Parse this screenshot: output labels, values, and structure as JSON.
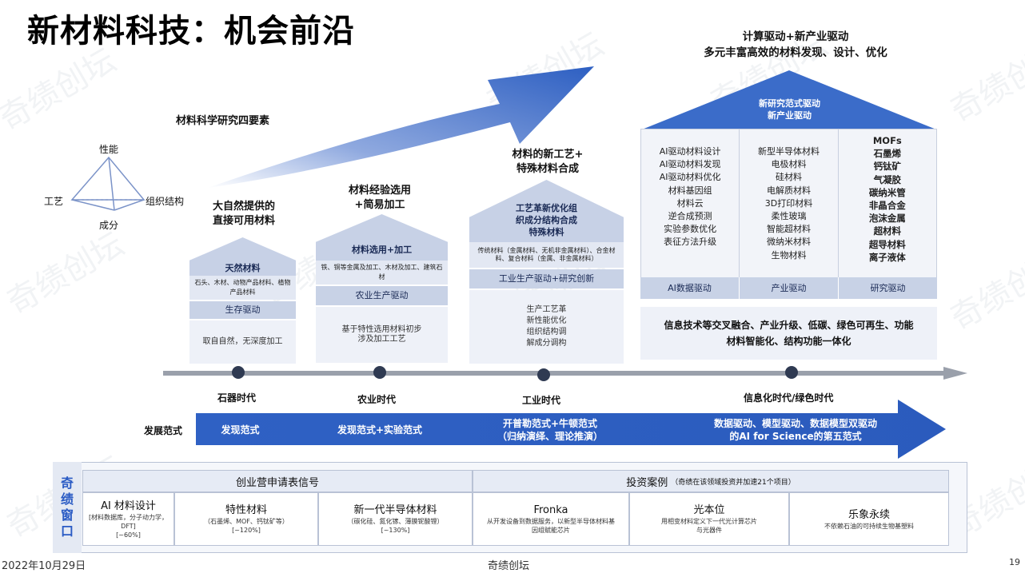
{
  "title": "新材料科技：机会前沿",
  "watermark": "奇绩创坛",
  "four_elements": {
    "heading": "材料科学研究四要素",
    "top": "性能",
    "left": "工艺",
    "right": "组织结构",
    "bottom": "成分"
  },
  "top_caption": {
    "line1": "计算驱动+新产业驱动",
    "line2": "多元丰富高效的材料发现、设计、优化"
  },
  "stages": [
    {
      "heading": [
        "大自然提供的",
        "直接可用材料"
      ],
      "roof": "天然材料",
      "materials": "石头、木材、动物产品材料、植物产品材料",
      "driver": "生存驱动",
      "desc": "取自自然，无深度加工",
      "era": "石器时代"
    },
    {
      "heading": [
        "材料经验选用",
        "+简易加工"
      ],
      "roof": "材料选用+加工",
      "materials": "铁、铜等金属及加工、木材及加工、建筑石材",
      "driver": "农业生产驱动",
      "desc": "基于特性选用材料初步涉及加工工艺",
      "era": "农业时代"
    },
    {
      "heading": [
        "材料的新工艺+",
        "特殊材料合成"
      ],
      "roof": "工艺革新优化组织成分结构合成特殊材料",
      "materials": "传统材料（金属材料、无机非金属材料）、合金材料、复合材料（金属、非金属材料）",
      "driver": "工业生产驱动+研究创新",
      "desc": "生产工艺革新性能优化组织结构调解成分调构",
      "era": "工业时代"
    }
  ],
  "big_house": {
    "roof": [
      "新研究范式驱动",
      "新产业驱动"
    ],
    "col1": [
      "AI驱动材料设计",
      "AI驱动材料发现",
      "AI驱动材料优化",
      "材料基因组",
      "材料云",
      "逆合成预测",
      "实验参数优化",
      "表征方法升级"
    ],
    "col2": [
      "新型半导体材料",
      "电极材料",
      "硅材料",
      "电解质材料",
      "3D打印材料",
      "柔性玻璃",
      "智能超材料",
      "微纳米材料",
      "生物材料"
    ],
    "col3": [
      "MOFs",
      "石墨烯",
      "钙钛矿",
      "气凝胶",
      "碳纳米管",
      "非晶合金",
      "泡沫金属",
      "超材料",
      "超导材料",
      "离子液体"
    ],
    "footer": [
      "AI数据驱动",
      "产业驱动",
      "研究驱动"
    ],
    "bottom": [
      "信息技术等交叉融合、产业升级、低碳、绿色可再生、功能",
      "材料智能化、结构功能一体化"
    ],
    "era": "信息化时代/绿色时代"
  },
  "paradigm": {
    "label": "发展范式",
    "items": [
      [
        "发现范式"
      ],
      [
        "发现范式+实验范式"
      ],
      [
        "开普勒范式+牛顿范式",
        "（归纳演绎、理论推演）"
      ],
      [
        "数据驱动、模型驱动、数据模型双驱动",
        "的AI for Science的第五范式"
      ]
    ]
  },
  "table": {
    "side": [
      "奇",
      "绩",
      "窗",
      "口"
    ],
    "header_left": "创业营申请表信号",
    "header_right": "投资案例",
    "header_right_note": "（奇绩在该领域投资并加速21个项目）",
    "cells": [
      {
        "title": "AI 材料设计",
        "sub": "[材料数据库，分子动力学，DFT]",
        "pct": "[~60%]"
      },
      {
        "title": "特性材料",
        "sub": "（石墨烯、MOF、钙钛矿等）",
        "pct": "[~120%]"
      },
      {
        "title": "新一代半导体材料",
        "sub": "（碳化硅、氮化镓、薄膜铌酸锂）",
        "pct": "[~130%]"
      },
      {
        "title": "Fronka",
        "sub": "从开发设备到数据服务，以新型半导体材料基因组赋能芯片",
        "pct": ""
      },
      {
        "title": "光本位",
        "sub": "用相变材料定义下一代光计算芯片与光器件",
        "pct": ""
      },
      {
        "title": "乐象永续",
        "sub": "不依赖石油的可持续生物基塑料",
        "pct": ""
      }
    ]
  },
  "footer": {
    "date": "2022年10月29日",
    "center": "奇绩创坛",
    "page": "19"
  },
  "colors": {
    "accent": "#3b6cc9",
    "roof_light": "#c7d1e6",
    "band": "#e3e8f3",
    "timeline": "#9aa0ab"
  }
}
